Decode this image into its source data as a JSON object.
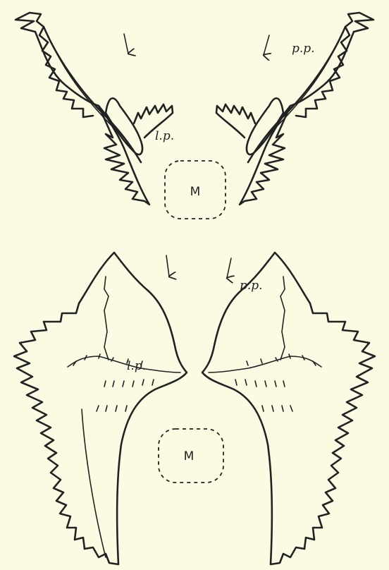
{
  "figure": {
    "upper": {
      "label_pp": "p.p.",
      "label_lp": "l.p.",
      "mouth": "M"
    },
    "lower": {
      "label_pp": "p.p.",
      "label_lp": "l.p.",
      "mouth": "M"
    }
  }
}
